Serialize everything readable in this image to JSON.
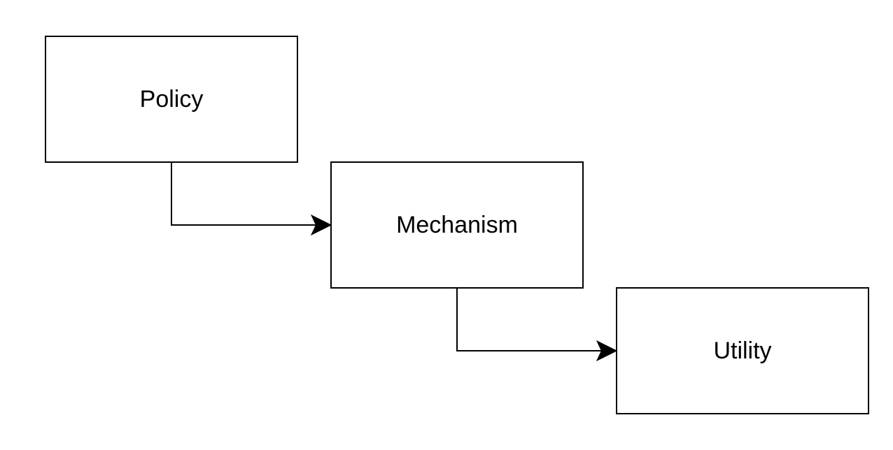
{
  "diagram": {
    "nodes": [
      {
        "id": "policy",
        "label": "Policy"
      },
      {
        "id": "mechanism",
        "label": "Mechanism"
      },
      {
        "id": "utility",
        "label": "Utility"
      }
    ],
    "edges": [
      {
        "from": "policy",
        "to": "mechanism"
      },
      {
        "from": "mechanism",
        "to": "utility"
      }
    ],
    "colors": {
      "stroke": "#000000",
      "fill": "#ffffff",
      "text": "#000000"
    }
  }
}
